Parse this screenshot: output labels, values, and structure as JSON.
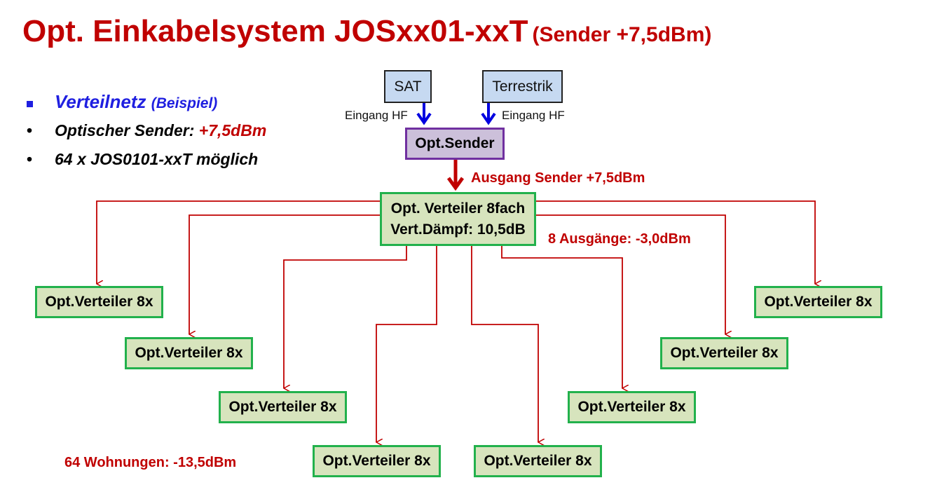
{
  "title": {
    "main": "Opt. Einkabelsystem JOSxx01-xxT",
    "sub": "(Sender +7,5dBm)"
  },
  "bullets": [
    {
      "text": "Verteilnetz",
      "suffix": "(Beispiel)"
    },
    {
      "text": "Optischer Sender: ",
      "value": "+7,5dBm"
    },
    {
      "text": "64 x JOS0101-xxT möglich"
    }
  ],
  "bullet_markers": [
    "•",
    "•"
  ],
  "sources": {
    "sat": "SAT",
    "terrestrik": "Terrestrik",
    "input_label": "Eingang HF"
  },
  "sender": {
    "label": "Opt.Sender",
    "output_label": "Ausgang Sender +7,5dBm"
  },
  "main_splitter": {
    "line1": "Opt. Verteiler 8fach",
    "line2": "Vert.Dämpf: 10,5dB",
    "outputs_label": "8 Ausgänge: -3,0dBm"
  },
  "sub_splitters": [
    "Opt.Verteiler 8x",
    "Opt.Verteiler 8x",
    "Opt.Verteiler 8x",
    "Opt.Verteiler 8x",
    "Opt.Verteiler 8x",
    "Opt.Verteiler 8x",
    "Opt.Verteiler 8x",
    "Opt.Verteiler 8x"
  ],
  "apartments_label": "64 Wohnungen: -13,5dBm",
  "colors": {
    "red": "#c00000",
    "blue": "#1f1fe0",
    "green": "#22b14c",
    "purple": "#7030a0"
  }
}
